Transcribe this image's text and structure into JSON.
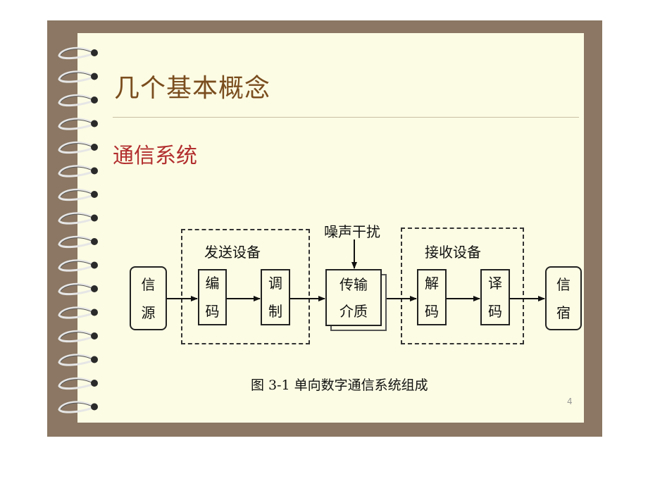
{
  "slide": {
    "title": "几个基本概念",
    "section_heading": "通信系统",
    "page_number": "4"
  },
  "diagram": {
    "transmit_group_label": "发送设备",
    "receive_group_label": "接收设备",
    "noise_label": "噪声干扰",
    "blocks": {
      "source": [
        "信",
        "源"
      ],
      "encode": [
        "编",
        "码"
      ],
      "modulate": [
        "调",
        "制"
      ],
      "medium": [
        "传输",
        "介质"
      ],
      "demodulate": [
        "解",
        "码"
      ],
      "decode": [
        "译",
        "码"
      ],
      "sink": [
        "信",
        "宿"
      ]
    },
    "caption": "图 3-1  单向数字通信系统组成"
  },
  "colors": {
    "frame": "#8b7763",
    "page": "#fcfce4",
    "title": "#7a4d1e",
    "section_heading": "#b22e2e"
  }
}
